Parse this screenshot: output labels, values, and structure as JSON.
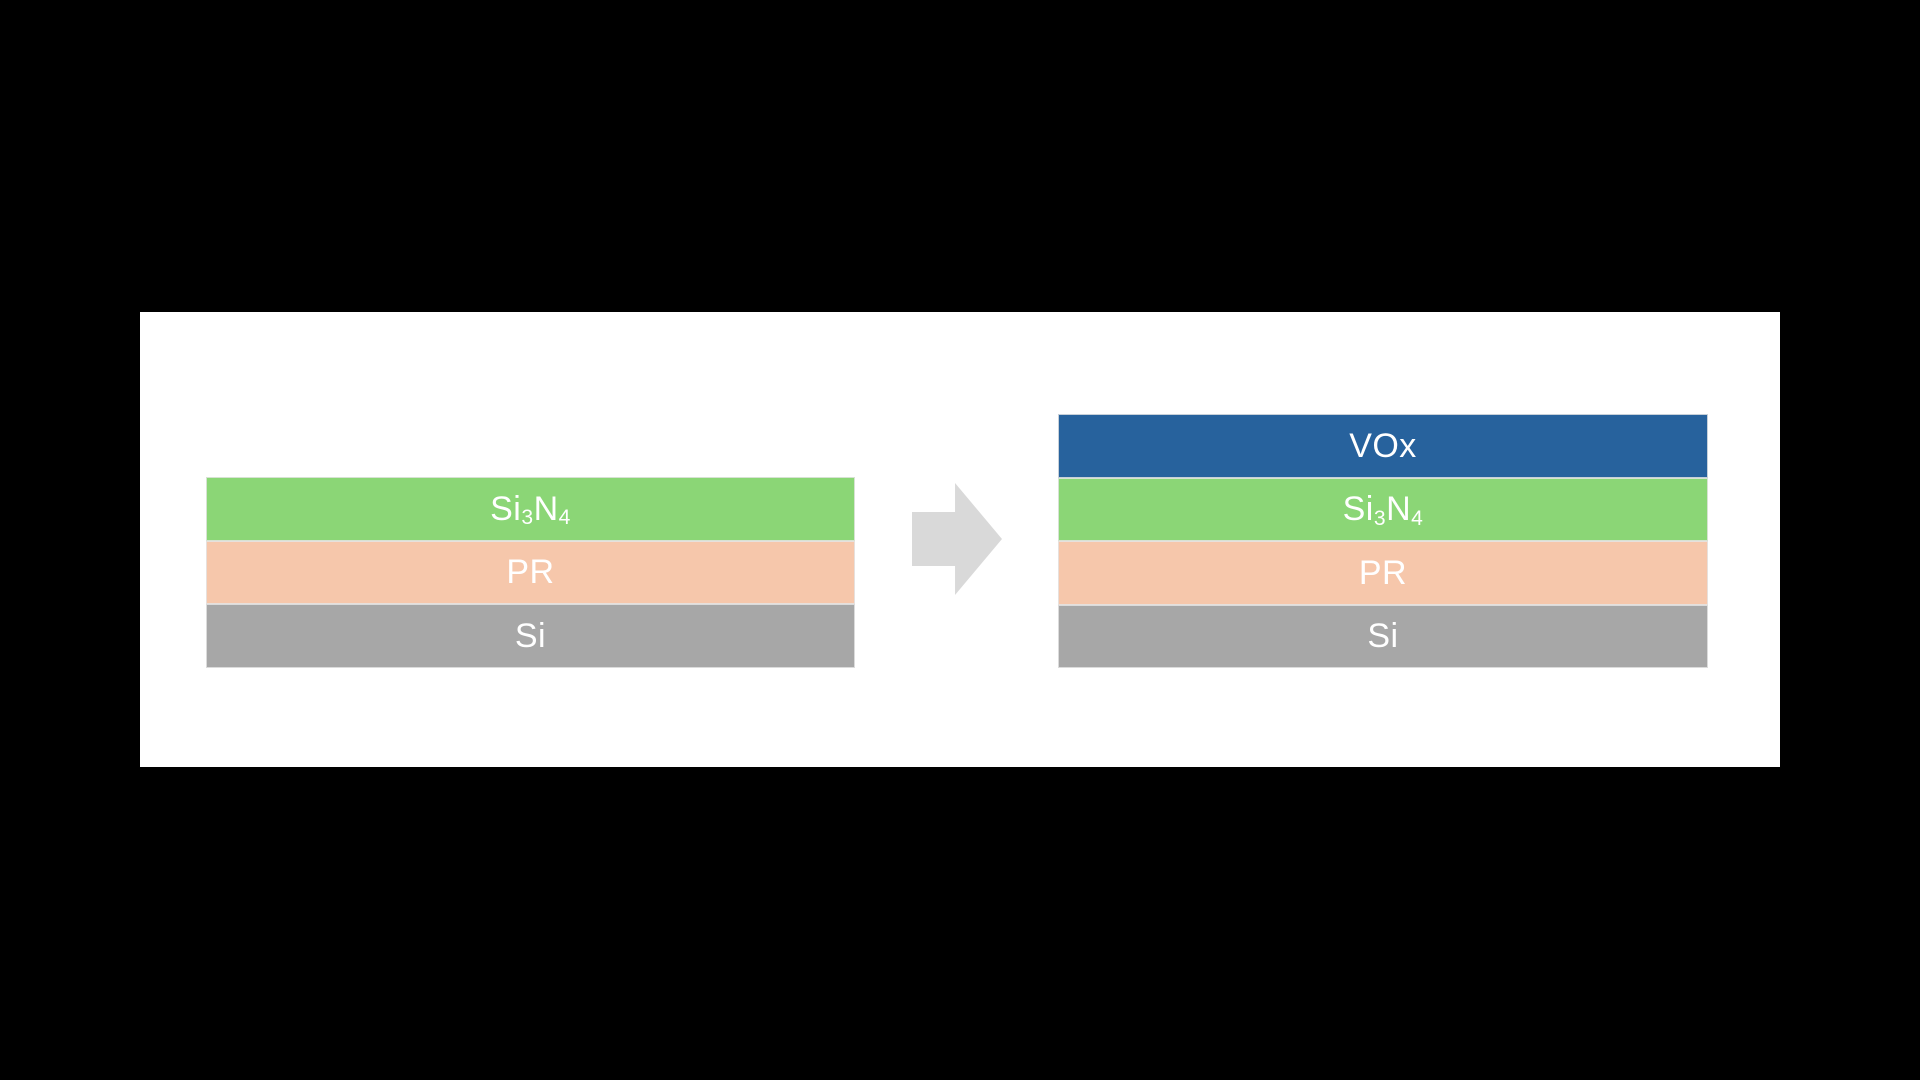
{
  "background_color": "#000000",
  "panel": {
    "background_color": "#ffffff"
  },
  "arrow": {
    "direction": "right",
    "color": "#d9d9d9"
  },
  "layer_border_color": "#e4e4e4",
  "stacks": {
    "left": {
      "name": "stack-before",
      "layers": [
        {
          "id": "si3n4",
          "color": "#8bd676",
          "label": "Si3N4",
          "parts": [
            [
              "Si",
              false
            ],
            [
              "3",
              true
            ],
            [
              "N",
              false
            ],
            [
              "4",
              true
            ]
          ]
        },
        {
          "id": "pr",
          "color": "#f6c7ab",
          "label": "PR",
          "parts": [
            [
              "PR",
              false
            ]
          ]
        },
        {
          "id": "si",
          "color": "#a7a7a7",
          "label": "Si",
          "parts": [
            [
              "Si",
              false
            ]
          ]
        }
      ]
    },
    "right": {
      "name": "stack-after",
      "layers": [
        {
          "id": "vox",
          "color": "#27629d",
          "label": "VOx",
          "parts": [
            [
              "VOx",
              false
            ]
          ]
        },
        {
          "id": "si3n4",
          "color": "#8bd676",
          "label": "Si3N4",
          "parts": [
            [
              "Si",
              false
            ],
            [
              "3",
              true
            ],
            [
              "N",
              false
            ],
            [
              "4",
              true
            ]
          ]
        },
        {
          "id": "pr",
          "color": "#f6c7ab",
          "label": "PR",
          "parts": [
            [
              "PR",
              false
            ]
          ]
        },
        {
          "id": "si",
          "color": "#a7a7a7",
          "label": "Si",
          "parts": [
            [
              "Si",
              false
            ]
          ]
        }
      ]
    }
  }
}
